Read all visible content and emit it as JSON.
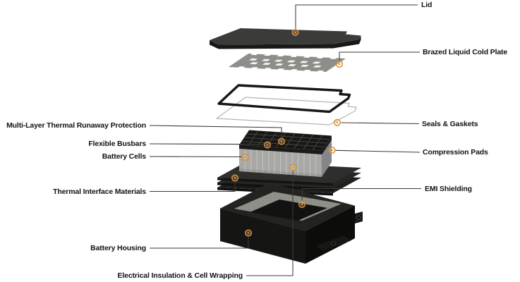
{
  "figure": {
    "type": "exploded-view-diagram",
    "subject": "EV battery pack components"
  },
  "theme": {
    "background": "#ffffff",
    "label_color": "#121212",
    "leader_line_color": "#3a3a3a",
    "marker_accent": "#dd8a2e",
    "marker_icon": "hotspot-dot-icon"
  },
  "callouts": {
    "left": [
      {
        "label": "Multi-Layer Thermal Runaway Protection"
      },
      {
        "label": "Flexible Busbars"
      },
      {
        "label": "Battery Cells"
      },
      {
        "label": "Thermal Interface Materials"
      },
      {
        "label": "Battery Housing"
      }
    ],
    "right": [
      {
        "label": "Lid"
      },
      {
        "label": "Brazed Liquid Cold Plate"
      },
      {
        "label": "Seals & Gaskets"
      },
      {
        "label": "Compression Pads"
      },
      {
        "label": "EMI Shielding"
      }
    ],
    "bottom": [
      {
        "label": "Electrical Insulation & Cell Wrapping"
      }
    ]
  }
}
